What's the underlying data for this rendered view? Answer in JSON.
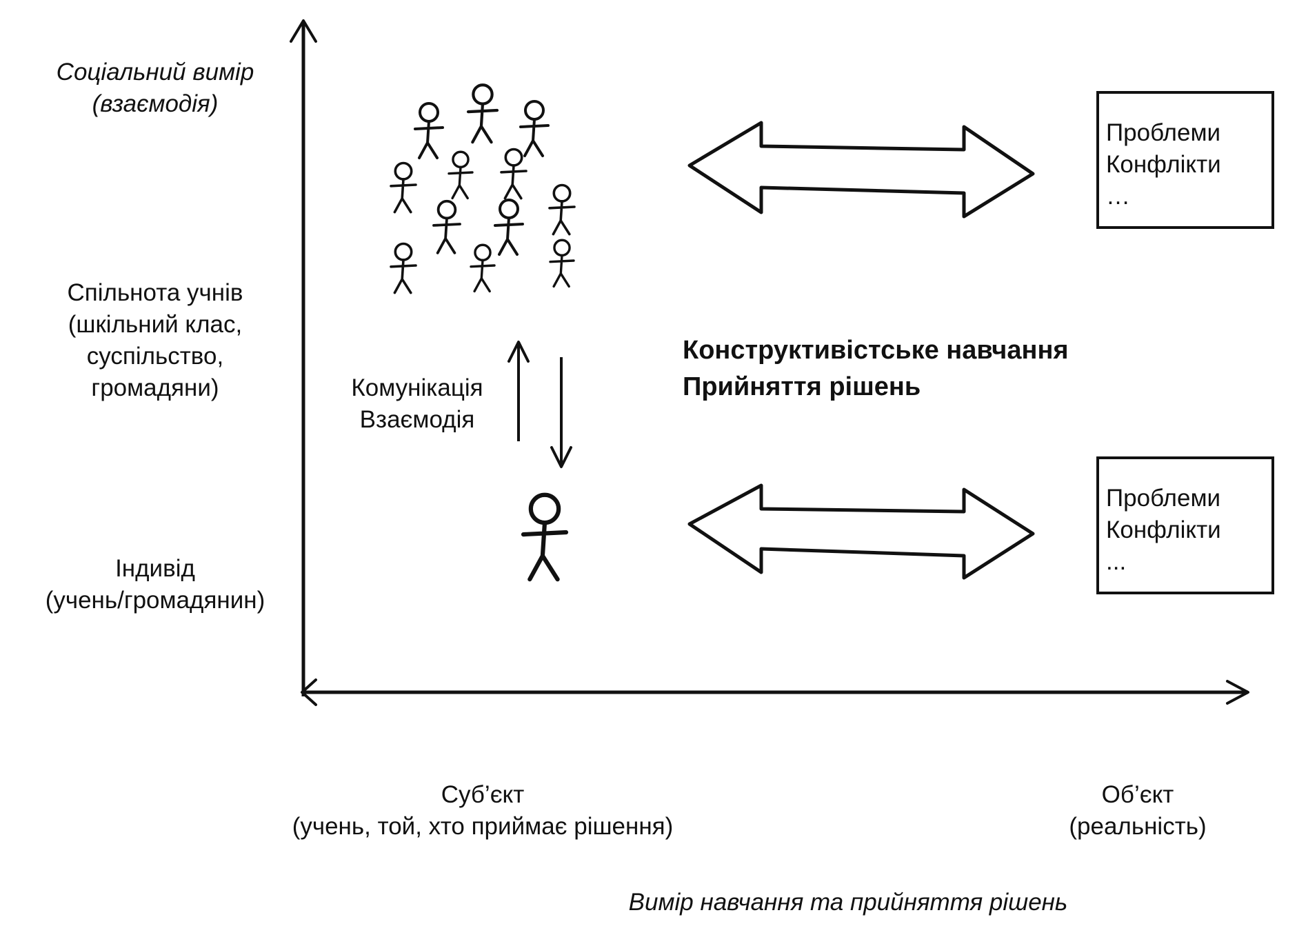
{
  "y_axis": {
    "title": [
      "Соціальний вимір",
      "(взаємодія)"
    ],
    "community_label": [
      "Спільнота учнів",
      "(шкільний клас,",
      "суспільство,",
      "громадяни)"
    ],
    "individual_label": [
      "Індивід",
      "(учень/громадянин)"
    ]
  },
  "x_axis": {
    "title": "Вимір навчання та прийняття рішень",
    "subject_label": [
      "Суб’єкт",
      "(учень, той, хто приймає рішення)"
    ],
    "object_label": [
      "Об’єкт",
      "(реальність)"
    ]
  },
  "center": {
    "communication_label": [
      "Комунікація",
      "Взаємодія"
    ],
    "main_label": [
      "Конструктивістське навчання",
      "Прийняття рішень"
    ]
  },
  "boxes": {
    "top": [
      "Проблеми",
      "Конфлікти",
      "…"
    ],
    "bottom": [
      "Проблеми",
      "Конфлікти",
      "..."
    ]
  },
  "icons": {
    "group": "group-of-people-icon",
    "person": "person-icon",
    "arrows": "double-arrow-icon"
  },
  "colors": {
    "ink": "#111111",
    "background": "#ffffff"
  }
}
